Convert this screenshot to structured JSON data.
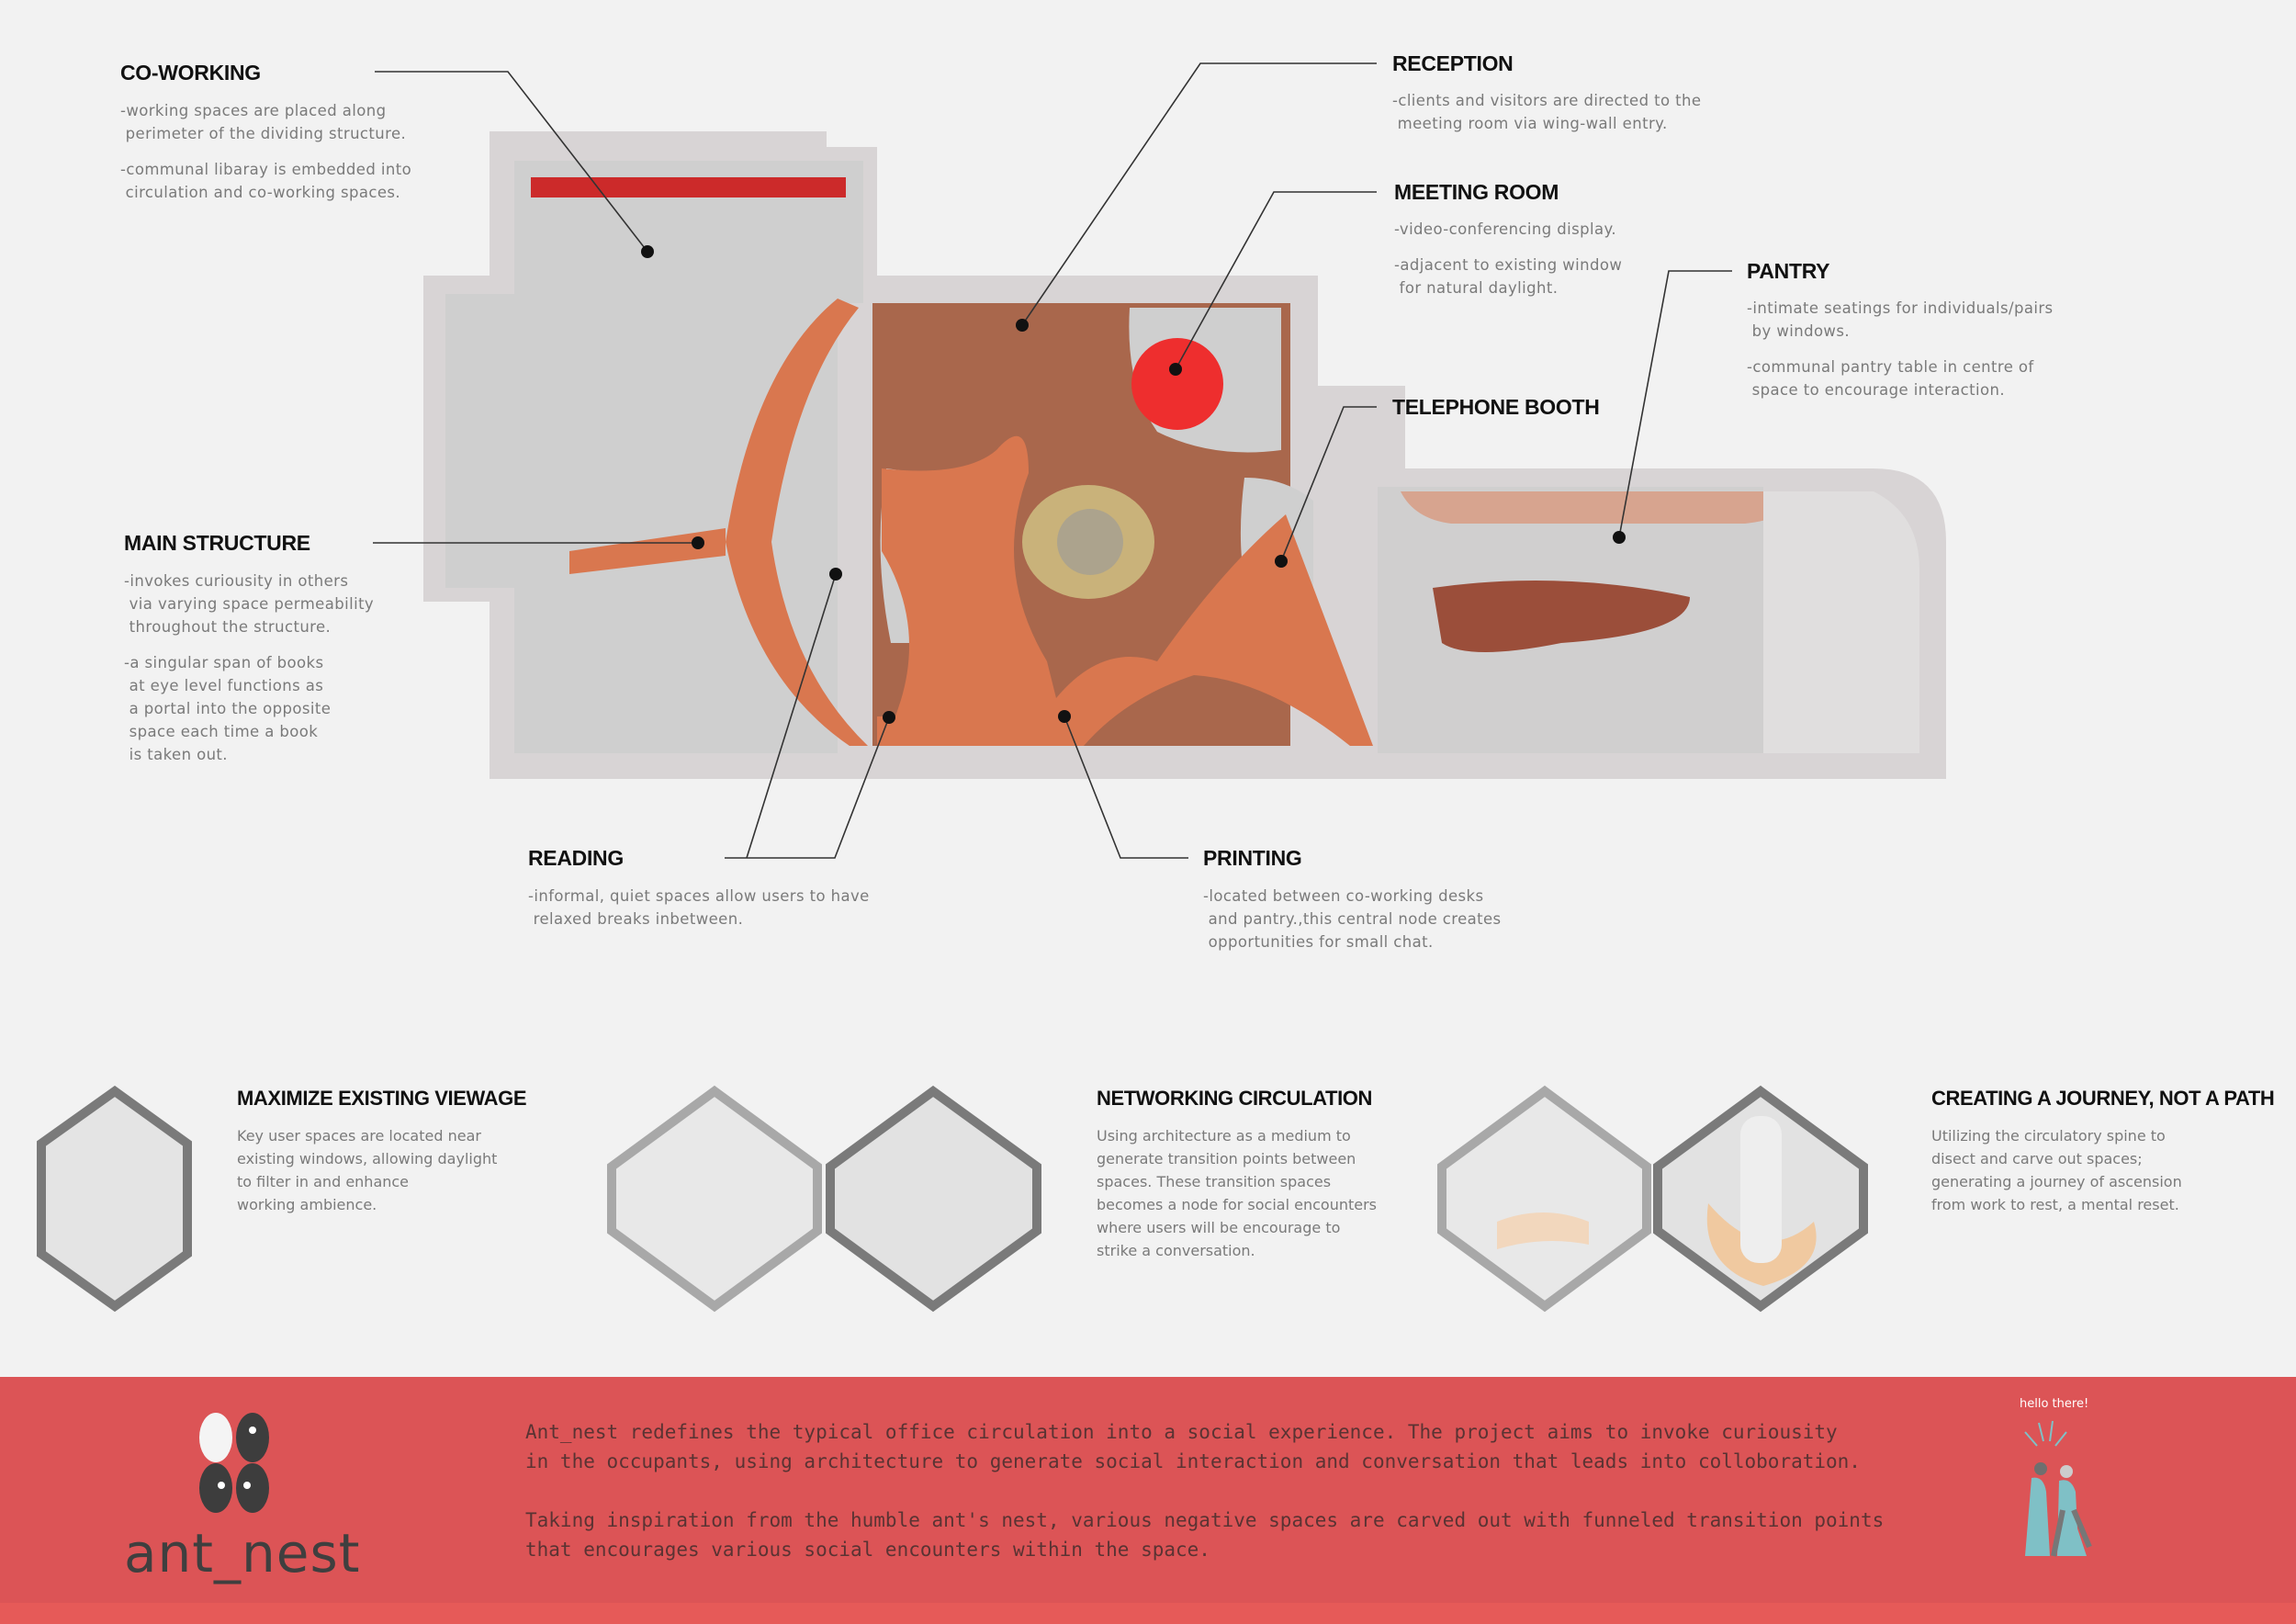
{
  "annotations": {
    "coworking": {
      "title": "CO-WORKING",
      "lines": [
        "-working spaces are placed along\n perimeter of the dividing structure.",
        "-communal libaray is embedded into\n circulation and co-working spaces."
      ]
    },
    "reception": {
      "title": "RECEPTION",
      "lines": [
        "-clients and visitors are directed to the\n meeting room via wing-wall entry."
      ]
    },
    "meeting_room": {
      "title": "MEETING ROOM",
      "lines": [
        "-video-conferencing display.",
        "-adjacent to existing window\n for natural daylight."
      ]
    },
    "telephone_booth": {
      "title": "TELEPHONE BOOTH"
    },
    "pantry": {
      "title": "PANTRY",
      "lines": [
        "-intimate seatings for individuals/pairs\n by windows.",
        "-communal pantry table in centre of\n space to encourage interaction."
      ]
    },
    "main_structure": {
      "title": "MAIN STRUCTURE",
      "lines": [
        "-invokes curiousity in others\n via varying space permeability\n throughout the structure.",
        "-a singular span of books\n at eye level functions as\n a portal into the opposite\n space each time a book\n is taken out."
      ]
    },
    "reading": {
      "title": "READING",
      "lines": [
        "-informal, quiet spaces allow users to have\n relaxed breaks inbetween."
      ]
    },
    "printing": {
      "title": "PRINTING",
      "lines": [
        "-located between co-working desks\n and pantry.,this central node creates\n opportunities for small chat."
      ]
    }
  },
  "concepts": [
    {
      "title": "MAXIMIZE EXISTING VIEWAGE",
      "text": "Key user spaces are located near\nexisting windows, allowing daylight\nto filter in and enhance\nworking ambience."
    },
    {
      "title": "NETWORKING CIRCULATION",
      "text": "Using architecture as a medium to\ngenerate transition points between\nspaces. These transition spaces\nbecomes a node for social encounters\nwhere users will be encourage to\nstrike a conversation."
    },
    {
      "title": "CREATING A JOURNEY, NOT A PATH",
      "text": "Utilizing the circulatory spine to\ndisect and carve out spaces;\ngenerating a journey of ascension\nfrom work to rest, a mental reset."
    }
  ],
  "footer": {
    "brand": "ant_nest",
    "lines": [
      "Ant_nest redefines the typical office circulation into a social experience. The project aims to invoke curiousity",
      "in the occupants, using architecture to generate social interaction and conversation that leads into colloboration.",
      "Taking inspiration from the humble ant's nest, various negative spaces are carved out with funneled transition points",
      "that encourages various social encounters within the space."
    ],
    "greeting": "hello there!"
  },
  "colors": {
    "background": "#f2f2f2",
    "footer": "#dc5456",
    "structure": "#d9774f",
    "floor": "#a8654a",
    "wall": "#d7d3d3"
  }
}
